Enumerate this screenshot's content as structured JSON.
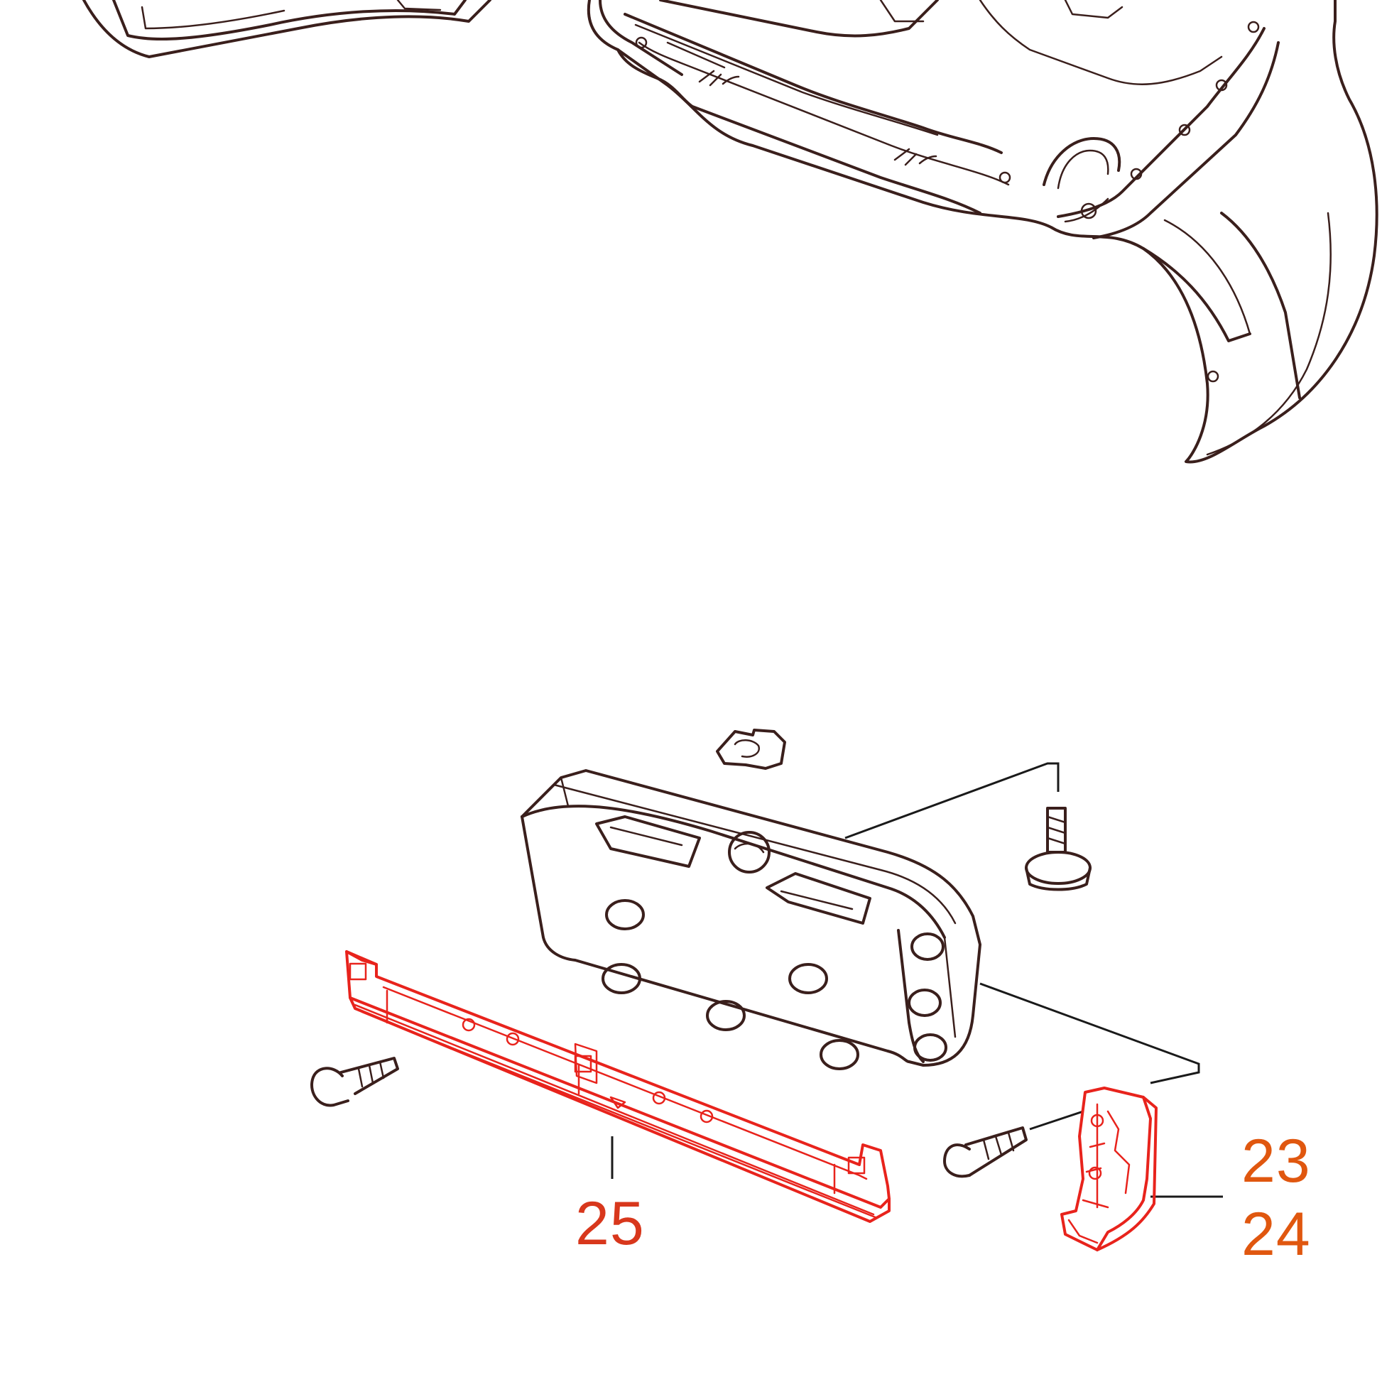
{
  "callouts": {
    "part_25": "25",
    "part_23": "23",
    "part_24": "24"
  },
  "colors": {
    "outline": "#3a1f1c",
    "highlight": "#e8231c",
    "callout_25": "#d8371c",
    "callout_23_24": "#e0570f"
  }
}
